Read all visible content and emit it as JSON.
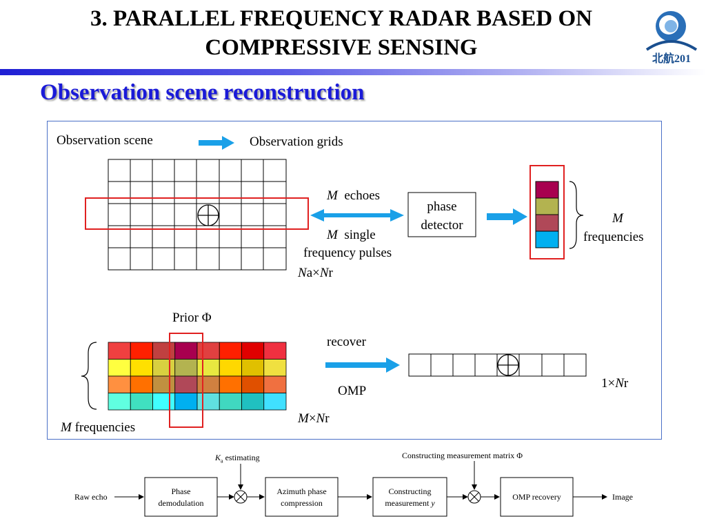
{
  "slide": {
    "title_line1": "3. PARALLEL FREQUENCY RADAR BASED ON",
    "title_line2": "COMPRESSIVE SENSING",
    "subtitle": "Observation scene reconstruction",
    "logo_text": "北航201"
  },
  "panel": {
    "obs_scene": "Observation scene",
    "obs_grids": "Observation grids",
    "m": "M",
    "echoes": "echoes",
    "single": "single",
    "freq_pulses": "frequency pulses",
    "phase_detector_line1": "phase",
    "phase_detector_line2": "detector",
    "frequencies": "frequencies",
    "na_nr": {
      "n1": "N",
      "a": "a×",
      "n2": "N",
      "r": "r"
    },
    "prior": "Prior Φ",
    "recover": "recover",
    "omp": "OMP",
    "m_nr": {
      "m": "M",
      "x": "×",
      "n": "N",
      "r": "r"
    },
    "one_nr": {
      "one": "1×",
      "n": "N",
      "r": "r"
    },
    "m_frequencies": {
      "m": "M",
      "label": " frequencies"
    }
  },
  "colors": {
    "freq_stack": [
      "#a8004f",
      "#b3b350",
      "#b04858",
      "#00b0f0"
    ],
    "prior_matrix": [
      [
        "#f04040",
        "#ff2000",
        "#c04040",
        "#a8004f",
        "#e04040",
        "#ff2000",
        "#e00000",
        "#f03040"
      ],
      [
        "#ffff40",
        "#ffe000",
        "#d8d040",
        "#b3b350",
        "#e8e840",
        "#ffd800",
        "#e0c000",
        "#f0e040"
      ],
      [
        "#ff9040",
        "#ff7000",
        "#c09040",
        "#b04858",
        "#d08040",
        "#ff7000",
        "#e05000",
        "#f07040"
      ],
      [
        "#60ffe0",
        "#40e0c0",
        "#40ffff",
        "#00b0f0",
        "#60e0e0",
        "#40d8c0",
        "#20c0c0",
        "#40e0ff"
      ]
    ]
  },
  "flow": {
    "ka": "K",
    "ka_sub": "a",
    "ka_estimating": " estimating",
    "constructing_matrix": "Constructing measurement matrix Φ",
    "raw_echo": "Raw echo",
    "phase_demod_line1": "Phase",
    "phase_demod_line2": "demodulation",
    "azimuth_line1": "Azimuth phase",
    "azimuth_line2": "compression",
    "constructing_line1": "Constructing",
    "constructing_line2": "measurement ",
    "y": "y",
    "omp_recovery": "OMP recovery",
    "image": "Image"
  }
}
